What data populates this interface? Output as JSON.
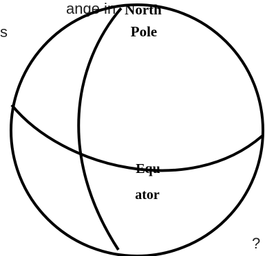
{
  "text_fragments": {
    "top": "ange in",
    "left": "s",
    "bottom_right": "?"
  },
  "labels": {
    "north_line1": "North",
    "north_line2": "Pole",
    "equator_line1": "Equ",
    "equator_line2": "ator"
  },
  "colors": {
    "stroke": "#000000",
    "background": "#ffffff",
    "text": "#222222"
  }
}
